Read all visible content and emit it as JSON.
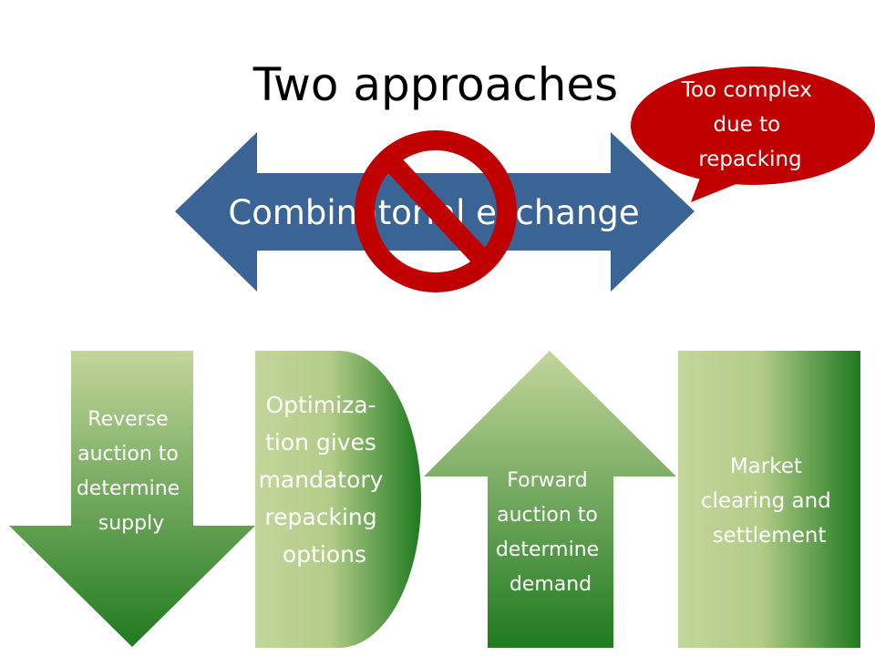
{
  "title": "Two approaches",
  "exchange": {
    "label": "Combinatorial exchange",
    "callout": [
      "Too complex",
      "due to",
      "repacking"
    ]
  },
  "steps": [
    {
      "shape": "down-arrow",
      "lines": [
        "Reverse",
        "auction to",
        "determine",
        "supply"
      ]
    },
    {
      "shape": "d-shape",
      "lines": [
        "Optimiza-",
        "tion gives",
        "mandatory",
        "repacking",
        "options"
      ]
    },
    {
      "shape": "up-arrow",
      "lines": [
        "Forward",
        "auction to",
        "determine",
        "demand"
      ]
    },
    {
      "shape": "rectangle",
      "lines": [
        "Market",
        "clearing and",
        "settlement"
      ]
    }
  ],
  "colors": {
    "arrow_blue": "#3b6496",
    "no_symbol_red": "#c00000",
    "callout_red": "#c00000",
    "callout_text": "#ffffff",
    "green_light": "#c3d69b",
    "green_dark": "#1f7a1f",
    "step_text": "#ffffff",
    "title_text": "#000000"
  },
  "icons": {
    "overlay": "no-symbol-icon"
  }
}
